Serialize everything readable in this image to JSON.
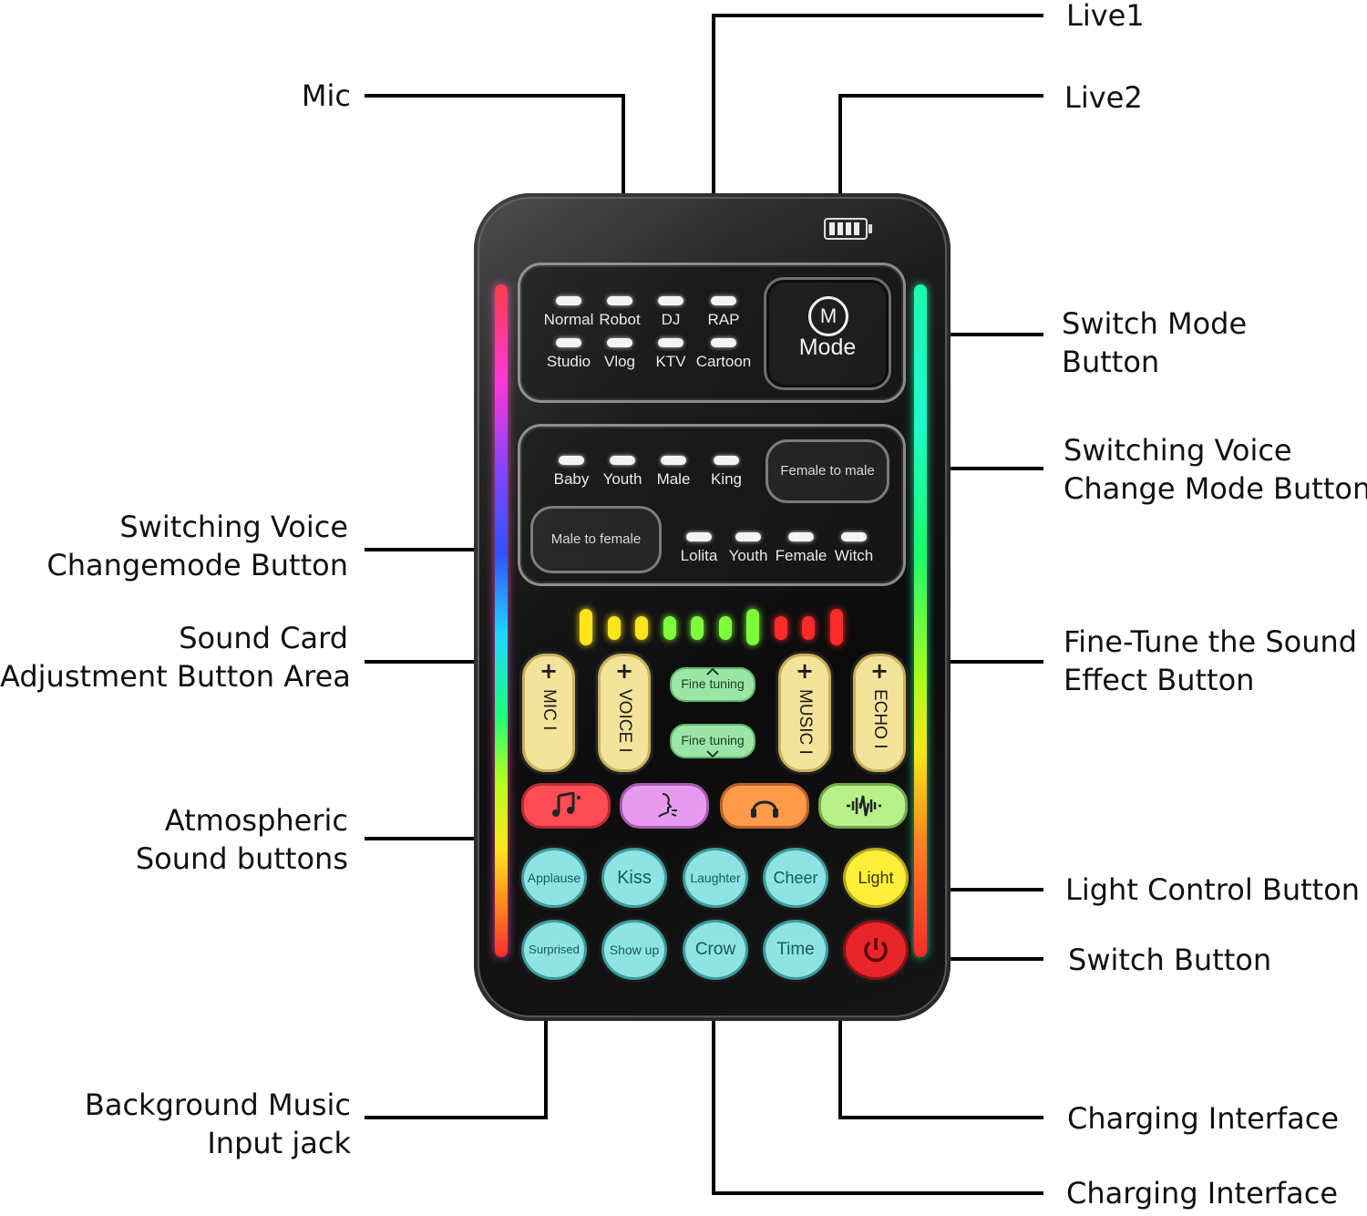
{
  "callouts": {
    "mic": "Mic",
    "live1": "Live1",
    "live2": "Live2",
    "switch_mode_l1": "Switch Mode",
    "switch_mode_l2": "Button",
    "switching_voice_r_l1": "Switching Voice",
    "switching_voice_r_l2": "Change Mode Button",
    "switching_voice_l_l1": "Switching Voice",
    "switching_voice_l_l2": "Changemode Button",
    "sound_card_l1": "Sound Card",
    "sound_card_l2": "Adjustment Button Area",
    "fine_tune_l1": "Fine-Tune the Sound",
    "fine_tune_l2": "Effect Button",
    "atmospheric_l1": "Atmospheric",
    "atmospheric_l2": "Sound buttons",
    "light_control": "Light Control Button",
    "switch_button": "Switch Button",
    "bg_music_l1": "Background Music",
    "bg_music_l2": "Input jack",
    "charging_1": "Charging Interface",
    "charging_2": "Charging Interface"
  },
  "device": {
    "mode_panel": {
      "row1": [
        "Normal",
        "Robot",
        "DJ",
        "RAP"
      ],
      "row2": [
        "Studio",
        "Vlog",
        "KTV",
        "Cartoon"
      ],
      "mode_symbol": "M",
      "mode_label": "Mode"
    },
    "voice_panel": {
      "row1": [
        "Baby",
        "Youth",
        "Male",
        "King"
      ],
      "female_to_male": "Female to male",
      "male_to_female": "Male to female",
      "row2": [
        "Lolita",
        "Youth",
        "Female",
        "Witch"
      ]
    },
    "sliders": {
      "mic": "MIC",
      "voice": "VOICE",
      "music": "MUSIC",
      "echo": "ECHO",
      "plus": "+",
      "minus": "I"
    },
    "fine_tuning_up": "Fine tuning",
    "fine_tuning_down": "Fine tuning",
    "sound_row1": [
      "Applause",
      "Kiss",
      "Laughter",
      "Cheer",
      "Light"
    ],
    "sound_row2": [
      "Surprised",
      "Show up",
      "Crow",
      "Time"
    ],
    "meter_colors": [
      "#ffe419",
      "#ffe419",
      "#ffe419",
      "#7dff3a",
      "#7dff3a",
      "#7dff3a",
      "#7dff3a",
      "#ff2a2a",
      "#ff2a2a",
      "#ff2a2a"
    ],
    "colors": {
      "slider_yellow": "#f4e39a",
      "fine_green": "#9be6a6",
      "round_cyan": "#8fe3e3",
      "light_yellow": "#ffef3a",
      "power_red": "#e8262a"
    }
  }
}
